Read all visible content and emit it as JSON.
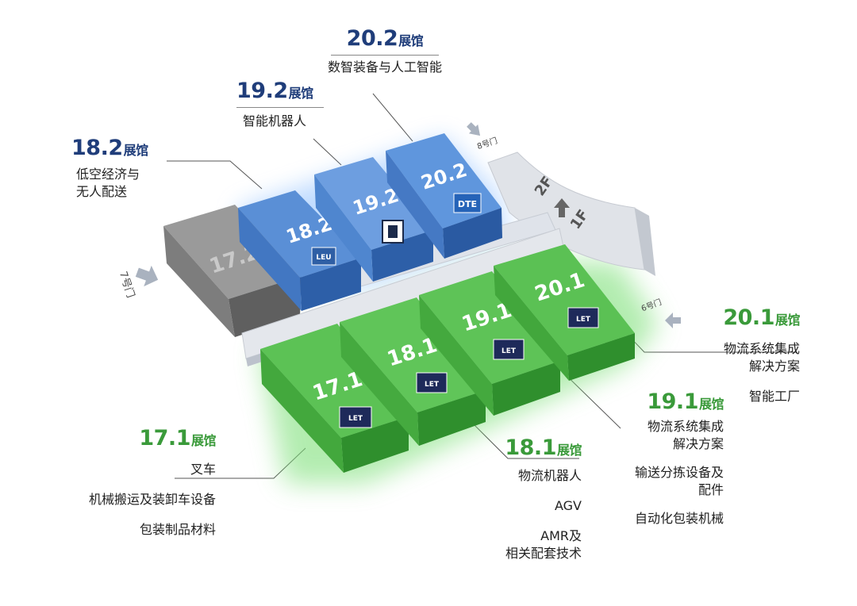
{
  "colors": {
    "blue_hall": "#3e78c4",
    "green_hall": "#45a83f",
    "gray_hall": "#8c8c8c",
    "blue_text": "#1f3d7a",
    "green_text": "#3a9a3a",
    "corridor": "#d7dbe2"
  },
  "blocks": {
    "h172": "17.2",
    "h182": "18.2",
    "h192": "19.2",
    "h202": "20.2",
    "h171": "17.1",
    "h181": "18.1",
    "h191": "19.1",
    "h201": "20.1"
  },
  "logos": {
    "h182": "LEU",
    "h202": "DTE",
    "green": "LET"
  },
  "gates": {
    "g7": "7号门",
    "g8": "8号门",
    "g6": "6号门"
  },
  "floors": {
    "upper": "2F",
    "lower": "1F"
  },
  "labels": {
    "h202": {
      "num": "20.2",
      "suffix": "展馆",
      "lines": [
        "数智装备与人工智能"
      ]
    },
    "h192": {
      "num": "19.2",
      "suffix": "展馆",
      "lines": [
        "智能机器人"
      ]
    },
    "h182": {
      "num": "18.2",
      "suffix": "展馆",
      "lines": [
        "低空经济与",
        "无人配送"
      ]
    },
    "h201": {
      "num": "20.1",
      "suffix": "展馆",
      "lines": [
        "物流系统集成",
        "解决方案",
        "智能工厂"
      ]
    },
    "h191": {
      "num": "19.1",
      "suffix": "展馆",
      "lines": [
        "物流系统集成",
        "解决方案",
        "输送分拣设备及",
        "配件",
        "自动化包装机械"
      ]
    },
    "h181": {
      "num": "18.1",
      "suffix": "展馆",
      "lines": [
        "物流机器人",
        "AGV",
        "AMR及",
        "相关配套技术"
      ]
    },
    "h171": {
      "num": "17.1",
      "suffix": "展馆",
      "lines": [
        "叉车",
        "机械搬运及装卸车设备",
        "包装制品材料"
      ]
    }
  }
}
